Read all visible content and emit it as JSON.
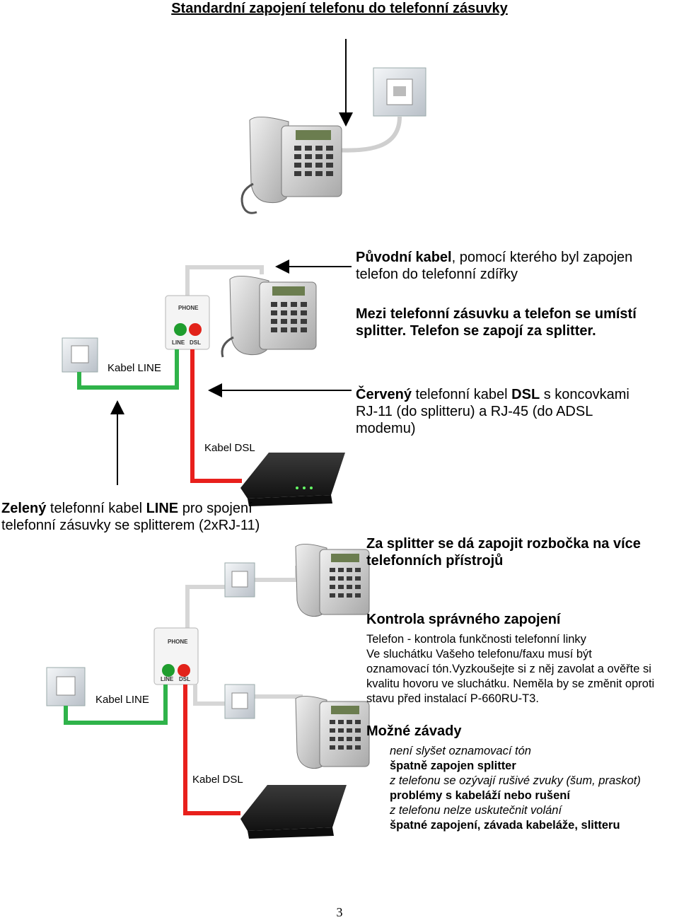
{
  "title": "Standardní zapojení telefonu do telefonní zásuvky",
  "section1": {
    "original_cable": {
      "bold": "Původní kabel",
      "rest": ", pomocí kterého byl zapojen",
      "line2": "telefon do telefonní zdířky"
    },
    "splitter_note": {
      "line1": "Mezi telefonní zásuvku a telefon se umístí",
      "line2": "splitter. Telefon se zapojí za splitter."
    },
    "red_cable": {
      "bold1": "Červený",
      "mid1": " telefonní kabel ",
      "bold2": "DSL",
      "rest1": " s koncovkami",
      "line2": "RJ-11 (do splitteru) a RJ-45 (do ADSL",
      "line3": "modemu)"
    },
    "green_cable": {
      "bold1": "Zelený",
      "mid1": " telefonní kabel ",
      "bold2": "LINE",
      "rest1": " pro spojení",
      "line2": "telefonní zásuvky se splitterem (2xRJ-11)"
    },
    "kabel_line": "Kabel LINE",
    "kabel_dsl": "Kabel DSL",
    "splitter_phone": "PHONE",
    "splitter_line": "LINE",
    "splitter_dsl": "DSL"
  },
  "section2": {
    "branch_note": {
      "line1": "Za splitter se dá zapojit rozbočka na více",
      "line2": "telefonních přístrojů"
    },
    "kabel_line": "Kabel LINE",
    "kabel_dsl": "Kabel DSL",
    "splitter_phone": "PHONE",
    "splitter_line": "LINE",
    "splitter_dsl": "DSL"
  },
  "check": {
    "heading": "Kontrola správného zapojení",
    "lines": [
      "Telefon - kontrola funkčnosti telefonní linky",
      "Ve sluchátku Vašeho telefonu/faxu musí být",
      "oznamovací tón.Vyzkoušejte si z něj zavolat a ověřte si",
      "kvalitu hovoru ve sluchátku. Neměla by se změnit oproti",
      "stavu před instalací P-660RU-T3."
    ]
  },
  "faults": {
    "heading": "Možné závady",
    "items": [
      {
        "problem": "není slyšet oznamovací tón",
        "cause": "špatně zapojen splitter"
      },
      {
        "problem": "z telefonu se ozývají rušivé zvuky (šum, praskot)",
        "cause": "problémy s kabeláží nebo rušení"
      },
      {
        "problem": "z telefonu nelze uskutečnit volání",
        "cause": "špatné zapojení, závada kabeláže, slitteru"
      }
    ]
  },
  "page_number": "3",
  "colors": {
    "green_cable": "#2fb34a",
    "red_cable": "#e8201c",
    "grey_cable": "#d8d8d8",
    "led_green": "#1f9d2e",
    "led_red": "#e2231a"
  },
  "icons": [
    "wall-socket-icon",
    "telephone-icon",
    "splitter-icon",
    "adsl-modem-icon",
    "arrow-icon"
  ]
}
